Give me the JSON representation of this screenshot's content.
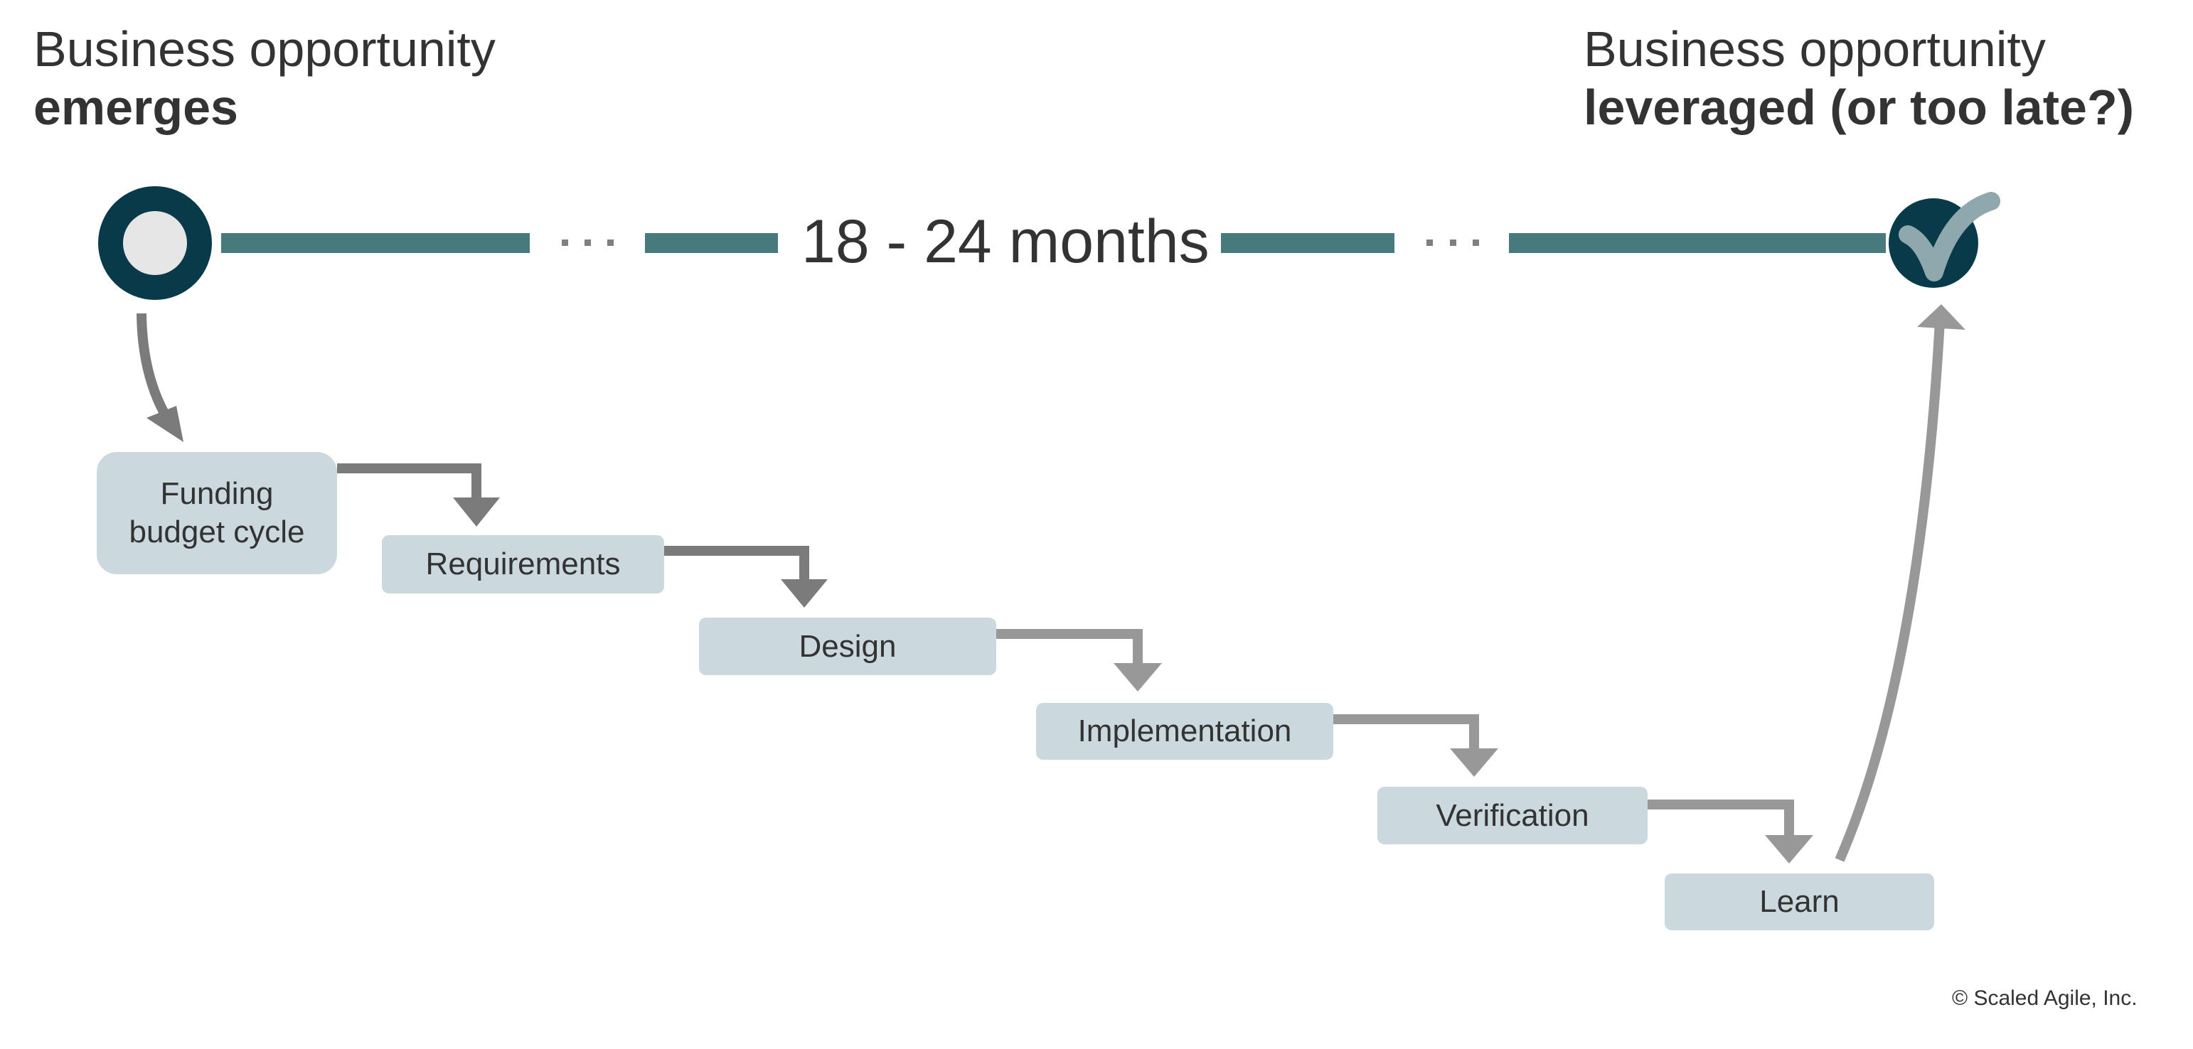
{
  "start": {
    "title_line1": "Business opportunity",
    "title_line2": "emerges",
    "icon": "start-circle-icon"
  },
  "end": {
    "title_line1": "Business opportunity",
    "title_line2": "leveraged (or too late?)",
    "icon": "checkmark-circle-icon"
  },
  "timeline": {
    "duration_label": "18 - 24 months",
    "ellipsis": "···"
  },
  "steps": [
    {
      "label_line1": "Funding",
      "label_line2": "budget cycle"
    },
    {
      "label": "Requirements"
    },
    {
      "label": "Design"
    },
    {
      "label": "Implementation"
    },
    {
      "label": "Verification"
    },
    {
      "label": "Learn"
    }
  ],
  "colors": {
    "dark_navy": "#083a4a",
    "teal_bar": "#467a7d",
    "box_fill": "#cbd9de",
    "arrow_dark": "#7b7b7b",
    "arrow_light": "#989898",
    "check_mark": "#8fa8ad",
    "start_inner": "#e6e6e6",
    "text": "#333333"
  },
  "footer": {
    "copyright": "© Scaled Agile, Inc."
  }
}
